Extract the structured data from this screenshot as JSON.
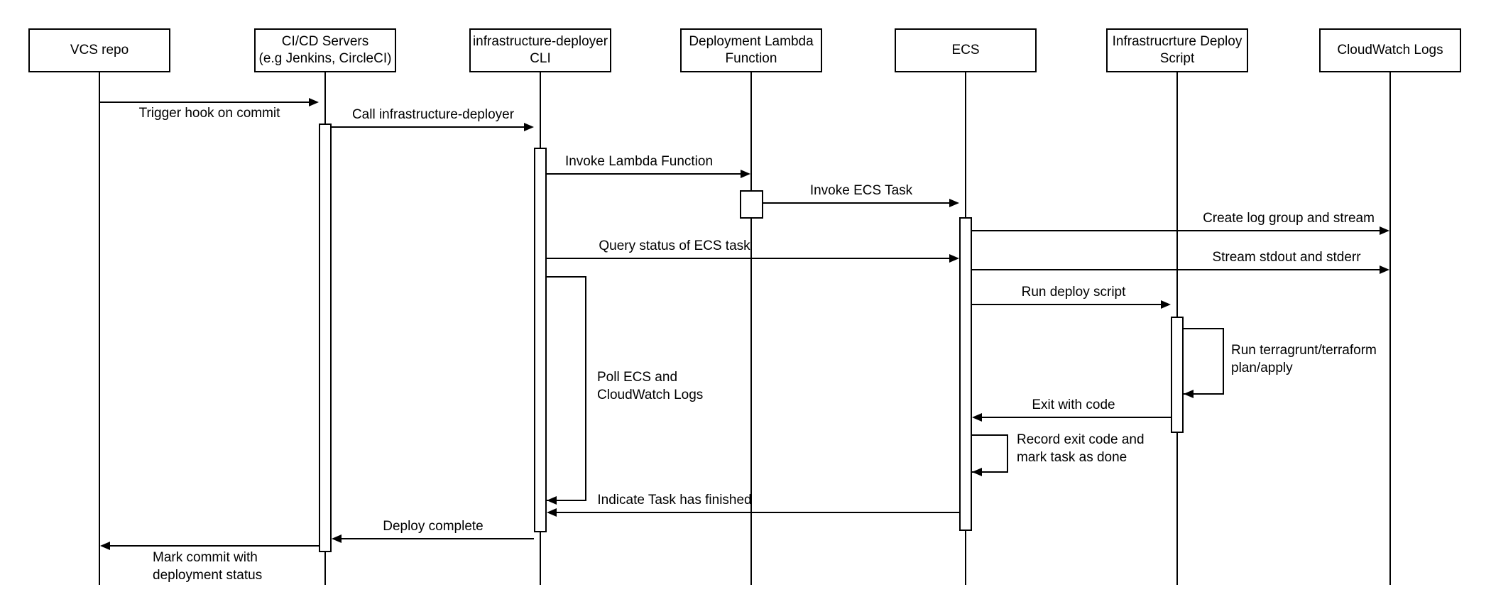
{
  "diagram": {
    "type": "uml-sequence",
    "background": "#ffffff",
    "line_color": "#000000",
    "actors": [
      {
        "id": "vcs",
        "label": "VCS repo"
      },
      {
        "id": "cicd",
        "label": "CI/CD Servers\n(e.g Jenkins, CircleCI)"
      },
      {
        "id": "cli",
        "label": "infrastructure-deployer\nCLI"
      },
      {
        "id": "lambda",
        "label": "Deployment Lambda\nFunction"
      },
      {
        "id": "ecs",
        "label": "ECS"
      },
      {
        "id": "script",
        "label": "Infrastrucrture Deploy\nScript"
      },
      {
        "id": "cloudwatch",
        "label": "CloudWatch Logs"
      }
    ],
    "messages": [
      {
        "from": "vcs",
        "to": "cicd",
        "label": "Trigger hook on commit"
      },
      {
        "from": "cicd",
        "to": "cli",
        "label": "Call infrastructure-deployer"
      },
      {
        "from": "cli",
        "to": "lambda",
        "label": "Invoke Lambda Function"
      },
      {
        "from": "lambda",
        "to": "ecs",
        "label": "Invoke ECS Task"
      },
      {
        "from": "ecs",
        "to": "cloudwatch",
        "label": "Create log group and stream"
      },
      {
        "from": "cli",
        "to": "ecs",
        "label": "Query status of ECS task"
      },
      {
        "from": "ecs",
        "to": "cloudwatch",
        "label": "Stream stdout and stderr"
      },
      {
        "from": "ecs",
        "to": "script",
        "label": "Run deploy script"
      },
      {
        "from": "script",
        "to": "script",
        "self": true,
        "label": "Run terragrunt/terraform\nplan/apply"
      },
      {
        "from": "script",
        "to": "ecs",
        "label": "Exit with code"
      },
      {
        "from": "ecs",
        "to": "ecs",
        "self": true,
        "label": "Record exit code and\nmark task as done"
      },
      {
        "from": "cli",
        "to": "cli",
        "self": true,
        "label": "Poll ECS and\nCloudWatch Logs"
      },
      {
        "from": "ecs",
        "to": "cli",
        "label": "Indicate Task has finished"
      },
      {
        "from": "cli",
        "to": "cicd",
        "label": "Deploy complete"
      },
      {
        "from": "cicd",
        "to": "vcs",
        "label": "Mark commit with\ndeployment status"
      }
    ]
  }
}
